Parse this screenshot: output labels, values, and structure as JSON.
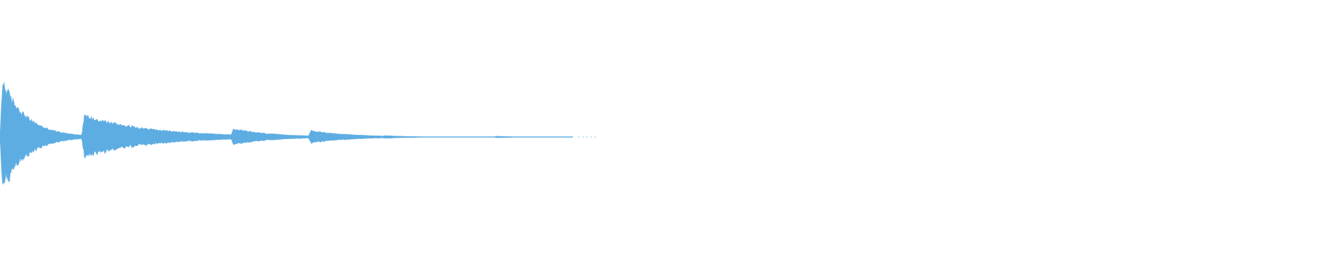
{
  "waveform": {
    "color": "#5DADE2",
    "background": "#FFFFFF",
    "onsets": [
      {
        "t": 0.0,
        "amp": 1.0,
        "decay": 0.018
      },
      {
        "t": 0.062,
        "amp": 0.36,
        "decay": 0.05
      },
      {
        "t": 0.175,
        "amp": 0.14,
        "decay": 0.03
      },
      {
        "t": 0.234,
        "amp": 0.11,
        "decay": 0.03
      },
      {
        "t": 0.29,
        "amp": 0.025,
        "decay": 0.02
      },
      {
        "t": 0.375,
        "amp": 0.015,
        "decay": 0.015
      }
    ],
    "audible_end": 0.435
  }
}
